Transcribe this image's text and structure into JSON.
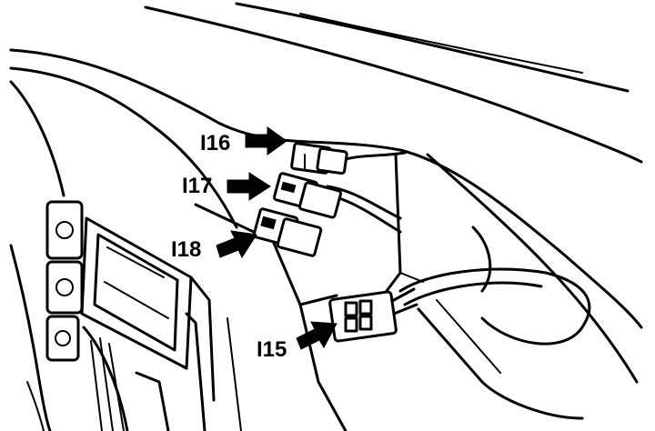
{
  "callouts": [
    {
      "id": "I16",
      "label": "I16"
    },
    {
      "id": "I17",
      "label": "I17"
    },
    {
      "id": "I18",
      "label": "I18"
    },
    {
      "id": "I15",
      "label": "I15"
    }
  ]
}
